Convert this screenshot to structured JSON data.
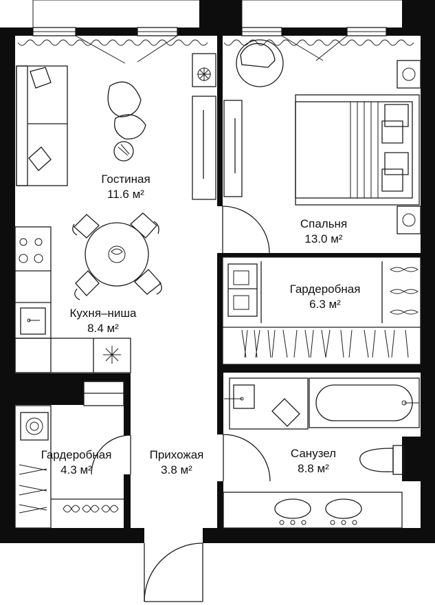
{
  "floor_plan": {
    "rooms": [
      {
        "id": "living",
        "name": "Гостиная",
        "area": "11.6 м²"
      },
      {
        "id": "bedroom",
        "name": "Спальня",
        "area": "13.0 м²"
      },
      {
        "id": "wardrobe_bedroom",
        "name": "Гардеробная",
        "area": "6.3 м²"
      },
      {
        "id": "kitchen",
        "name": "Кухня–ниша",
        "area": "8.4 м²"
      },
      {
        "id": "wardrobe_hall",
        "name": "Гардеробная",
        "area": "4.3 м²"
      },
      {
        "id": "hallway",
        "name": "Прихожая",
        "area": "3.8 м²"
      },
      {
        "id": "bathroom",
        "name": "Санузел",
        "area": "8.8 м²"
      }
    ],
    "colors": {
      "walls": "#0d0d0d",
      "lines": "#1a1a1a",
      "background": "#ffffff"
    }
  }
}
